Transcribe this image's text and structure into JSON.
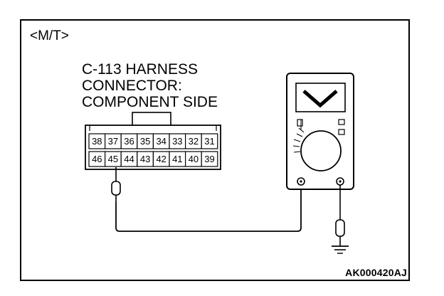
{
  "diagram": {
    "variant_label": "<M/T>",
    "connector_title": [
      "C-113 HARNESS",
      "CONNECTOR:",
      "COMPONENT SIDE"
    ],
    "connector_pins_top": [
      "38",
      "37",
      "36",
      "35",
      "34",
      "33",
      "32",
      "31"
    ],
    "connector_pins_bottom": [
      "46",
      "45",
      "44",
      "43",
      "42",
      "41",
      "40",
      "39"
    ],
    "figure_code": "AK000420AJ",
    "meter_display_symbol": "V"
  }
}
